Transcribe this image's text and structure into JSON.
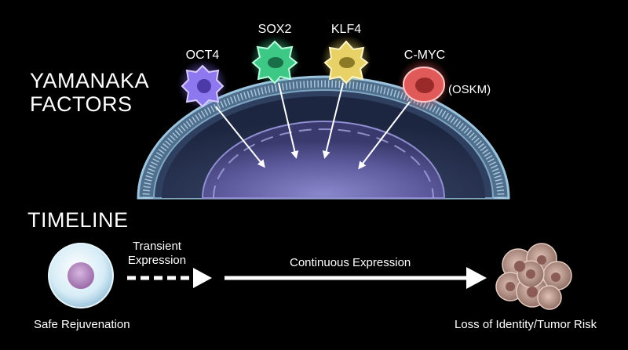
{
  "title": {
    "line1": "YAMANAKA",
    "line2": "FACTORS"
  },
  "factors": [
    {
      "label": "OCT4",
      "color": "#a98bff"
    },
    {
      "label": "SOX2",
      "color": "#4fd99a"
    },
    {
      "label": "KLF4",
      "color": "#f2e07a"
    },
    {
      "label": "C-MYC",
      "color": "#ff6b6b"
    }
  ],
  "factors_abbrev": "(OSKM)",
  "timeline": {
    "heading": "TIMELINE",
    "transient_line1": "Transient",
    "transient_line2": "Expression",
    "continuous": "Continuous Expression",
    "start_label": "Safe Rejuvenation",
    "end_label": "Loss of Identity/Tumor Risk"
  },
  "colors": {
    "background": "#000000",
    "membrane": "#7fa7c4",
    "nucleus": "#5a5a9a",
    "arrow": "#ffffff",
    "healthy_cell": "#d8ecf6",
    "tumor": "#c9a79a"
  }
}
